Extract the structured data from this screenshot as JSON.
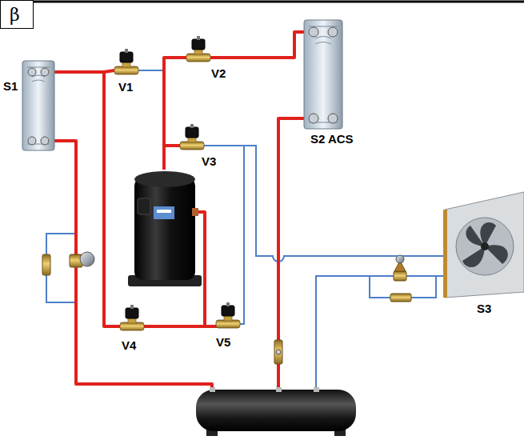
{
  "diagram": {
    "nodes": [
      {
        "text": [
          "β"
        ]
      }
    ],
    "labels": [
      "S1",
      "V1",
      "V2",
      "S2 ACS",
      "V3",
      "V4",
      "V5",
      "S3"
    ]
  }
}
